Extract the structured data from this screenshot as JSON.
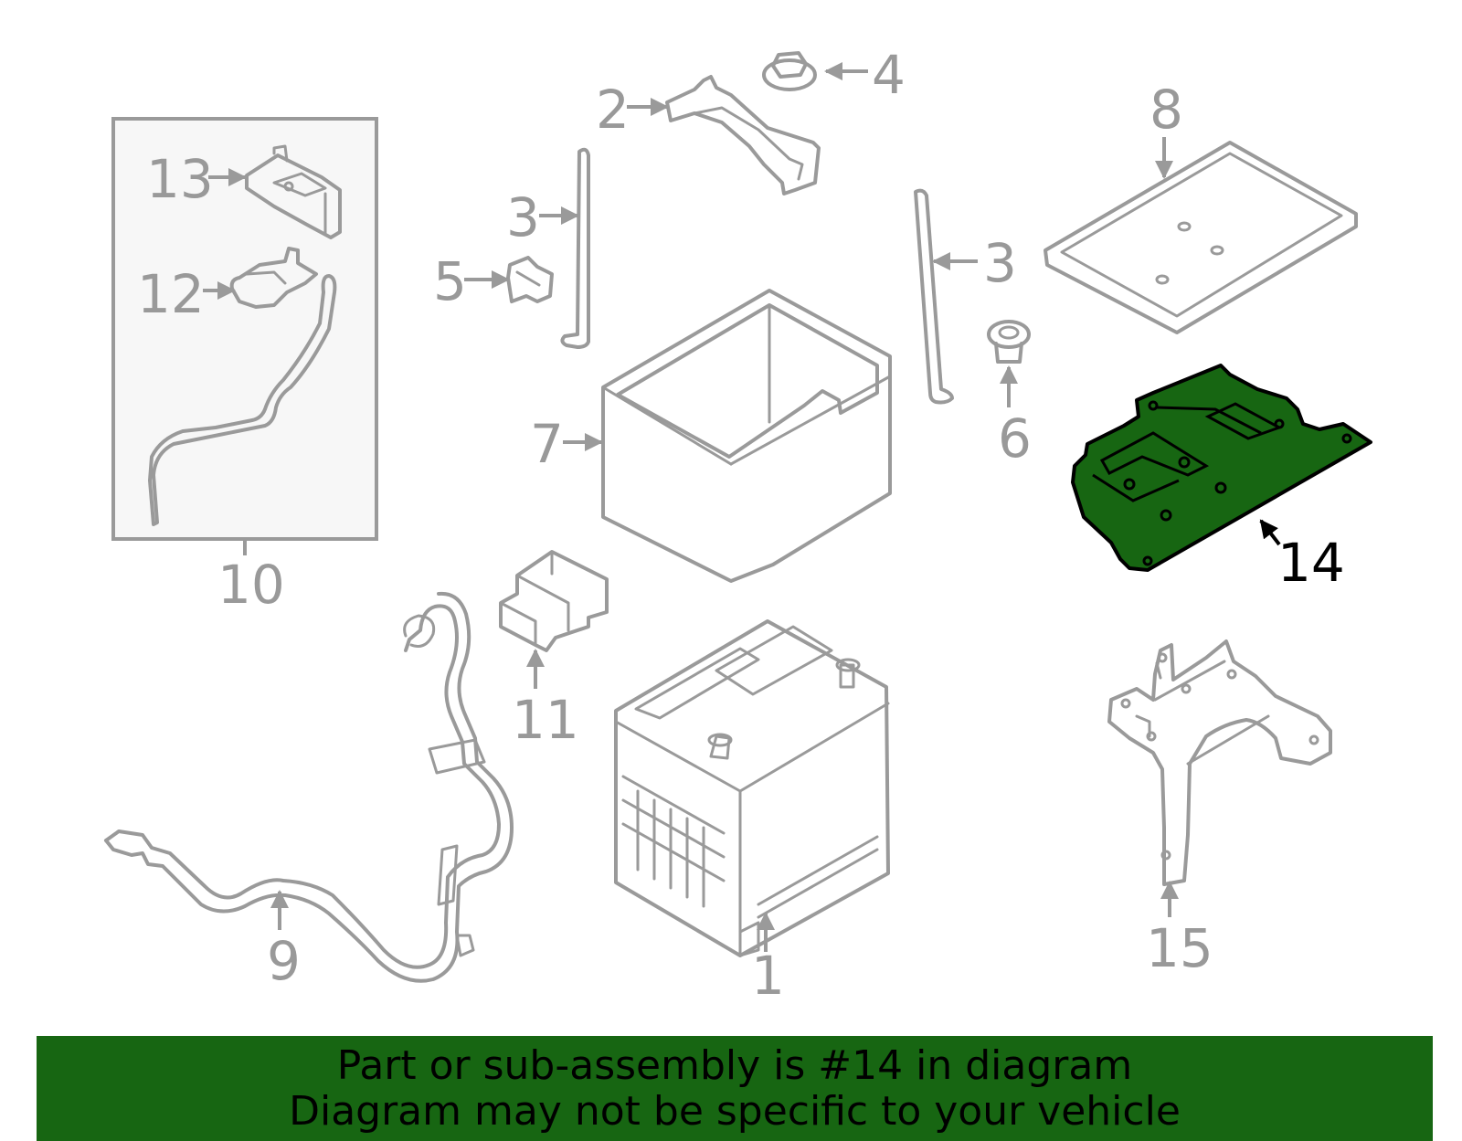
{
  "callouts": {
    "c1": "1",
    "c2": "2",
    "c3a": "3",
    "c3b": "3",
    "c4": "4",
    "c5": "5",
    "c6": "6",
    "c7": "7",
    "c8": "8",
    "c9": "9",
    "c10": "10",
    "c11": "11",
    "c12": "12",
    "c13": "13",
    "c14": "14",
    "c15": "15"
  },
  "highlight": {
    "part_number": "14",
    "color": "#176612"
  },
  "banner": {
    "line1": "Part or sub-assembly is #14 in diagram",
    "line2": "Diagram may not be specific to your vehicle",
    "color": "#176612"
  }
}
